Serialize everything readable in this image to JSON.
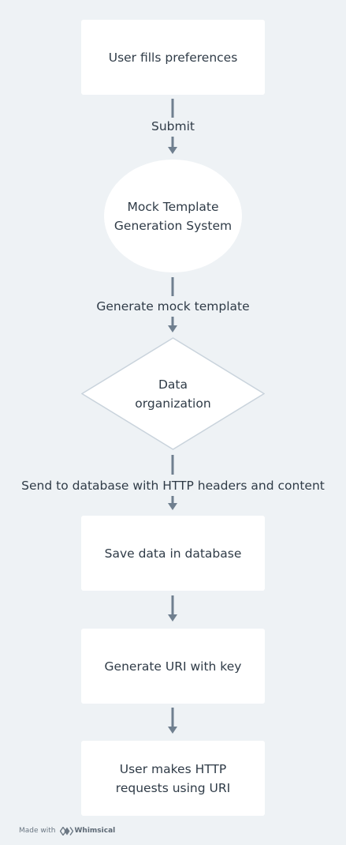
{
  "nodes": {
    "user_fills": "User fills preferences",
    "mock_system": "Mock Template\nGeneration System",
    "data_org": "Data\norganization",
    "save_data": "Save data in database",
    "generate_uri": "Generate URI with key",
    "user_requests": "User makes HTTP\nrequests using URI"
  },
  "edges": {
    "submit": "Submit",
    "generate_mock": "Generate mock template",
    "send_db": "Send to database with HTTP headers and content"
  },
  "footer": {
    "made_with": "Made with",
    "brand": "Whimsical"
  },
  "colors": {
    "background": "#eef2f5",
    "node_fill": "#ffffff",
    "connector": "#6f7f8f",
    "diamond_stroke": "#c9d3dc",
    "text": "#2f3b47"
  }
}
